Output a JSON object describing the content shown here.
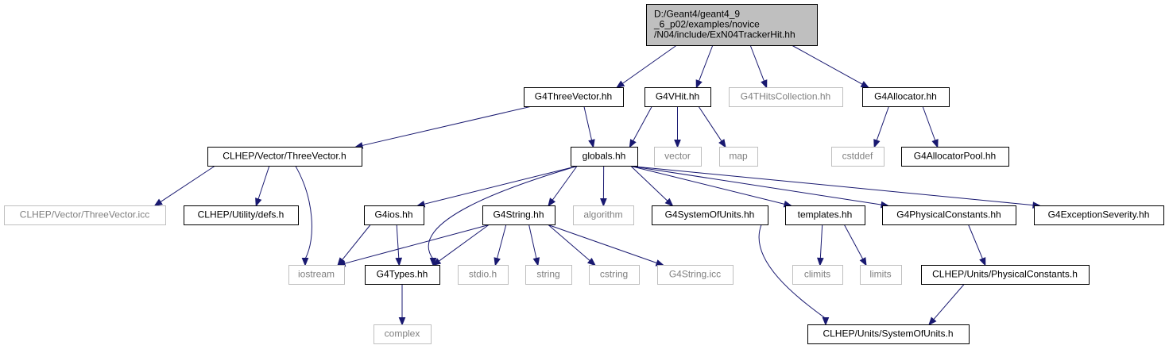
{
  "graph": {
    "edge_color": "#191970",
    "missing_node_color": "#bfbfbf",
    "root_fill": "#bfbfbf",
    "nodes": [
      {
        "id": "root",
        "lines": [
          "D:/Geant4/geant4_9",
          "_6_p02/examples/novice",
          "/N04/include/ExN04TrackerHit.hh"
        ],
        "kind": "root"
      },
      {
        "id": "g4threevector",
        "lines": [
          "G4ThreeVector.hh"
        ],
        "kind": "solid"
      },
      {
        "id": "g4vhit",
        "lines": [
          "G4VHit.hh"
        ],
        "kind": "solid"
      },
      {
        "id": "g4thitscollection",
        "lines": [
          "G4THitsCollection.hh"
        ],
        "kind": "missing"
      },
      {
        "id": "g4allocator",
        "lines": [
          "G4Allocator.hh"
        ],
        "kind": "solid"
      },
      {
        "id": "clhep-threevector",
        "lines": [
          "CLHEP/Vector/ThreeVector.h"
        ],
        "kind": "solid"
      },
      {
        "id": "globals",
        "lines": [
          "globals.hh"
        ],
        "kind": "solid"
      },
      {
        "id": "vector",
        "lines": [
          "vector"
        ],
        "kind": "missing"
      },
      {
        "id": "map",
        "lines": [
          "map"
        ],
        "kind": "missing"
      },
      {
        "id": "cstddef",
        "lines": [
          "cstddef"
        ],
        "kind": "missing"
      },
      {
        "id": "g4allocatorpool",
        "lines": [
          "G4AllocatorPool.hh"
        ],
        "kind": "solid"
      },
      {
        "id": "clhep-threevector-icc",
        "lines": [
          "CLHEP/Vector/ThreeVector.icc"
        ],
        "kind": "missing"
      },
      {
        "id": "clhep-defs",
        "lines": [
          "CLHEP/Utility/defs.h"
        ],
        "kind": "solid"
      },
      {
        "id": "g4ios",
        "lines": [
          "G4ios.hh"
        ],
        "kind": "solid"
      },
      {
        "id": "g4string",
        "lines": [
          "G4String.hh"
        ],
        "kind": "solid"
      },
      {
        "id": "algorithm",
        "lines": [
          "algorithm"
        ],
        "kind": "missing"
      },
      {
        "id": "g4systemofunits",
        "lines": [
          "G4SystemOfUnits.hh"
        ],
        "kind": "solid"
      },
      {
        "id": "templates",
        "lines": [
          "templates.hh"
        ],
        "kind": "solid"
      },
      {
        "id": "g4physicalconstants",
        "lines": [
          "G4PhysicalConstants.hh"
        ],
        "kind": "solid"
      },
      {
        "id": "g4exceptionseverity",
        "lines": [
          "G4ExceptionSeverity.hh"
        ],
        "kind": "solid"
      },
      {
        "id": "iostream",
        "lines": [
          "iostream"
        ],
        "kind": "missing"
      },
      {
        "id": "g4types",
        "lines": [
          "G4Types.hh"
        ],
        "kind": "solid"
      },
      {
        "id": "stdio",
        "lines": [
          "stdio.h"
        ],
        "kind": "missing"
      },
      {
        "id": "string",
        "lines": [
          "string"
        ],
        "kind": "missing"
      },
      {
        "id": "cstring",
        "lines": [
          "cstring"
        ],
        "kind": "missing"
      },
      {
        "id": "g4string-icc",
        "lines": [
          "G4String.icc"
        ],
        "kind": "missing"
      },
      {
        "id": "climits",
        "lines": [
          "climits"
        ],
        "kind": "missing"
      },
      {
        "id": "limits",
        "lines": [
          "limits"
        ],
        "kind": "missing"
      },
      {
        "id": "clhep-physicalconstants",
        "lines": [
          "CLHEP/Units/PhysicalConstants.h"
        ],
        "kind": "solid"
      },
      {
        "id": "complex",
        "lines": [
          "complex"
        ],
        "kind": "missing"
      },
      {
        "id": "clhep-systemofunits",
        "lines": [
          "CLHEP/Units/SystemOfUnits.h"
        ],
        "kind": "solid"
      }
    ],
    "edges": [
      [
        "root",
        "g4threevector"
      ],
      [
        "root",
        "g4vhit"
      ],
      [
        "root",
        "g4thitscollection"
      ],
      [
        "root",
        "g4allocator"
      ],
      [
        "g4threevector",
        "clhep-threevector"
      ],
      [
        "g4threevector",
        "globals"
      ],
      [
        "g4vhit",
        "globals"
      ],
      [
        "g4vhit",
        "vector"
      ],
      [
        "g4vhit",
        "map"
      ],
      [
        "g4allocator",
        "cstddef"
      ],
      [
        "g4allocator",
        "g4allocatorpool"
      ],
      [
        "clhep-threevector",
        "clhep-threevector-icc"
      ],
      [
        "clhep-threevector",
        "clhep-defs"
      ],
      [
        "clhep-threevector",
        "iostream"
      ],
      [
        "globals",
        "g4ios"
      ],
      [
        "globals",
        "g4types"
      ],
      [
        "globals",
        "g4string"
      ],
      [
        "globals",
        "algorithm"
      ],
      [
        "globals",
        "g4systemofunits"
      ],
      [
        "globals",
        "templates"
      ],
      [
        "globals",
        "g4physicalconstants"
      ],
      [
        "globals",
        "g4exceptionseverity"
      ],
      [
        "g4ios",
        "iostream"
      ],
      [
        "g4ios",
        "g4types"
      ],
      [
        "g4string",
        "iostream"
      ],
      [
        "g4string",
        "g4types"
      ],
      [
        "g4string",
        "stdio"
      ],
      [
        "g4string",
        "string"
      ],
      [
        "g4string",
        "cstring"
      ],
      [
        "g4string",
        "g4string-icc"
      ],
      [
        "g4systemofunits",
        "clhep-systemofunits"
      ],
      [
        "templates",
        "climits"
      ],
      [
        "templates",
        "limits"
      ],
      [
        "g4physicalconstants",
        "clhep-physicalconstants"
      ],
      [
        "clhep-physicalconstants",
        "clhep-systemofunits"
      ],
      [
        "g4types",
        "complex"
      ]
    ]
  }
}
